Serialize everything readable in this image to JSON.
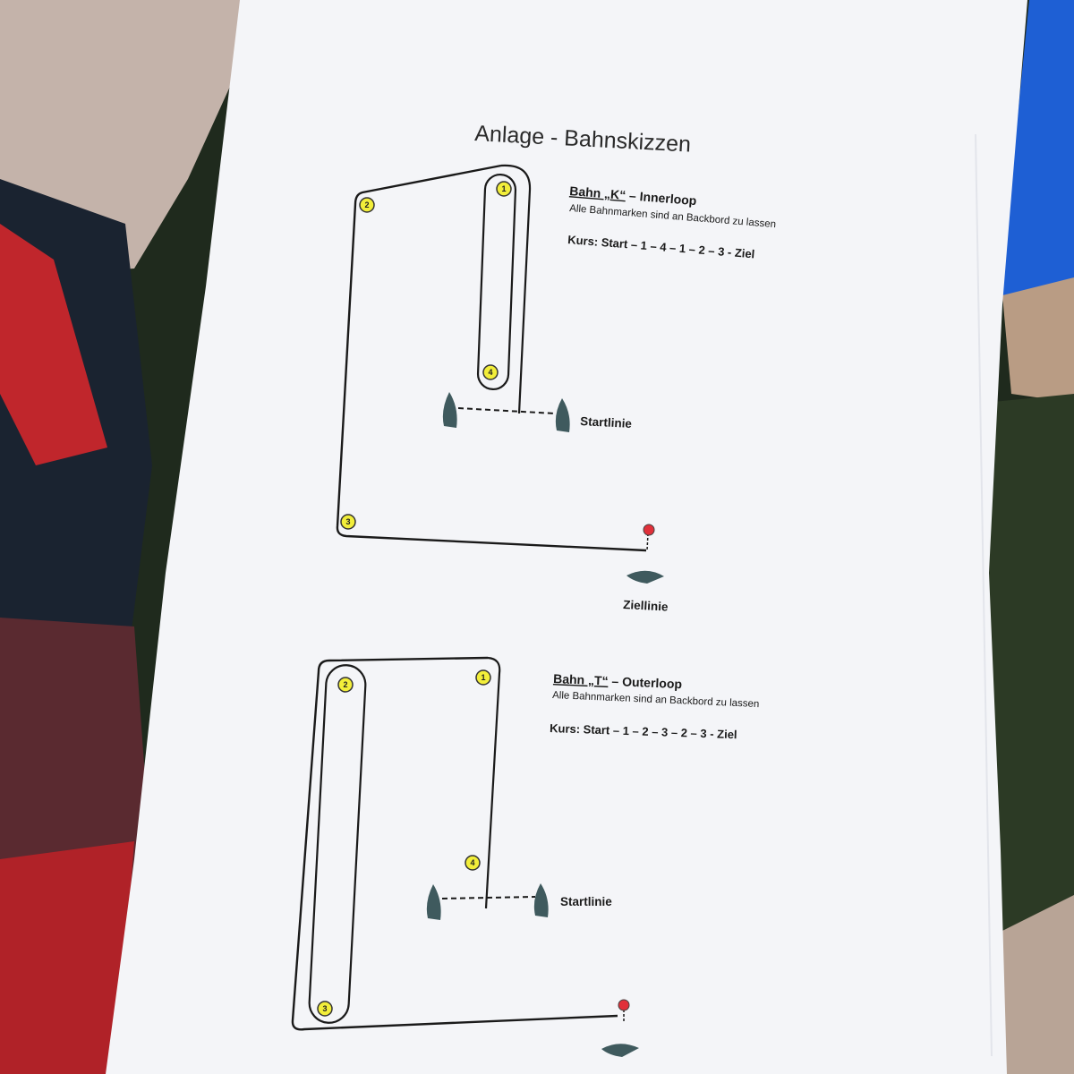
{
  "document": {
    "title": "Anlage - Bahnskizzen",
    "courses": [
      {
        "name": "Bahn „K“",
        "subtitle": "Innerloop",
        "note": "Alle Bahnmarken sind an Backbord zu lassen",
        "sequence": "Kurs: Start – 1 – 4 – 1 – 2 – 3 - Ziel",
        "start_label": "Startlinie",
        "finish_label": "Ziellinie",
        "marks": [
          "1",
          "2",
          "3",
          "4"
        ]
      },
      {
        "name": "Bahn „T“",
        "subtitle": "Outerloop",
        "note": "Alle Bahnmarken sind an Backbord zu lassen",
        "sequence": "Kurs: Start – 1 – 2 – 3 – 2 – 3 - Ziel",
        "start_label": "Startlinie",
        "marks": [
          "1",
          "2",
          "3",
          "4"
        ]
      }
    ]
  },
  "colors": {
    "paper": "#f4f5f8",
    "mark_fill": "#f2ee3a",
    "finish_buoy": "#e0303a",
    "boat": "#3f5a5e",
    "ink": "#1a1a1a"
  }
}
